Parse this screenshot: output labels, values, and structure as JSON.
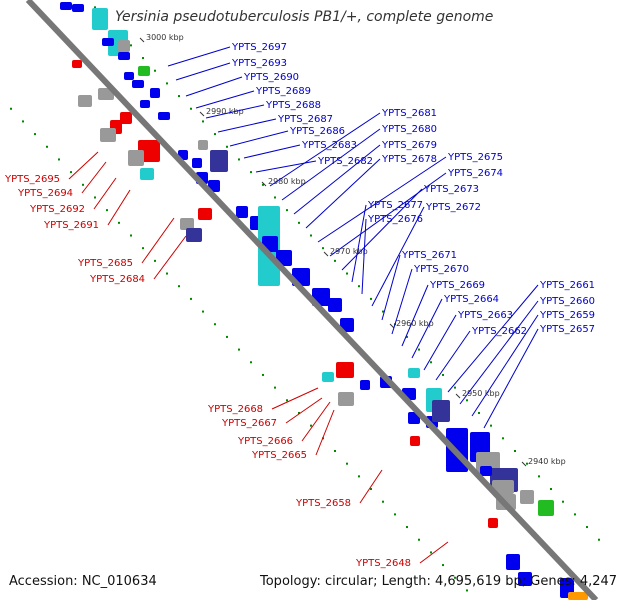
{
  "title": "Yersinia pseudotuberculosis PB1/+, complete genome",
  "footer": {
    "accession": "Accession: NC_010634",
    "summary": "Topology: circular; Length: 4,695,619 bp; Genes: 4,247"
  },
  "colors": {
    "backbone": "#777777",
    "cds_forward": "#0000ee",
    "cds_dark": "#333399",
    "cyan": "#22cccc",
    "gray": "#999999",
    "red_label": "#cc0000",
    "blue_label": "#0000cc",
    "green_tick": "#008800",
    "red_tick": "#ee0000"
  },
  "kbp_marks": [
    "3000 kbp",
    "2990 kbp",
    "2980 kbp",
    "2970 kbp",
    "2960 kbp",
    "2950 kbp",
    "2940 kbp"
  ],
  "blue_labels": [
    "YPTS_2697",
    "YPTS_2693",
    "YPTS_2690",
    "YPTS_2689",
    "YPTS_2688",
    "YPTS_2687",
    "YPTS_2686",
    "YPTS_2683",
    "YPTS_2682",
    "YPTS_2681",
    "YPTS_2680",
    "YPTS_2679",
    "YPTS_2678",
    "YPTS_2675",
    "YPTS_2674",
    "YPTS_2673",
    "YPTS_2677",
    "YPTS_2676",
    "YPTS_2672",
    "YPTS_2671",
    "YPTS_2670",
    "YPTS_2669",
    "YPTS_2664",
    "YPTS_2663",
    "YPTS_2662",
    "YPTS_2661",
    "YPTS_2660",
    "YPTS_2659",
    "YPTS_2657"
  ],
  "red_labels": [
    "YPTS_2695",
    "YPTS_2694",
    "YPTS_2692",
    "YPTS_2691",
    "YPTS_2685",
    "YPTS_2684",
    "YPTS_2668",
    "YPTS_2667",
    "YPTS_2666",
    "YPTS_2665",
    "YPTS_2658",
    "YPTS_2648"
  ]
}
